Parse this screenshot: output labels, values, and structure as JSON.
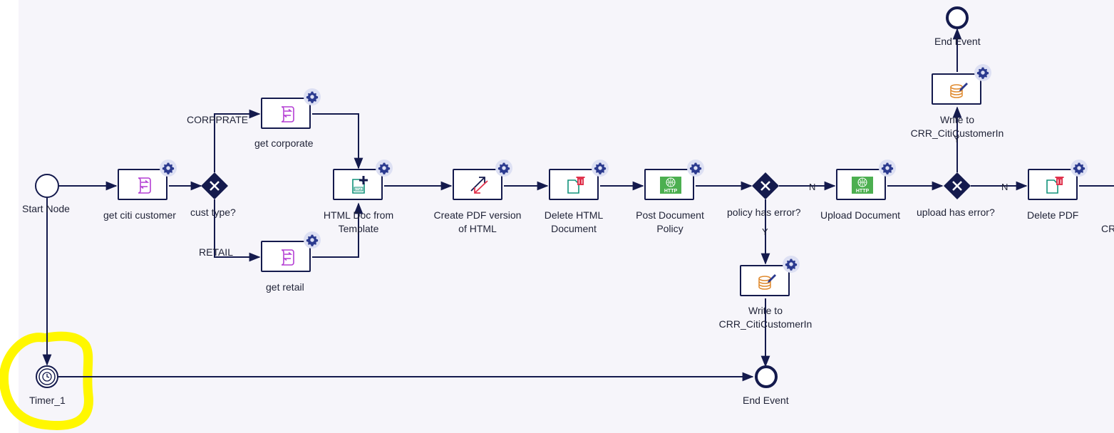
{
  "diagram": {
    "background": "#f6f5fa",
    "line_color": "#141a4d",
    "highlight_color": "#fff700",
    "nodes": {
      "start": "Start Node",
      "get_citi_customer": "get citi customer",
      "cust_type": "cust type?",
      "get_corporate": "get corporate",
      "get_retail": "get retail",
      "html_doc_l1": "HTML Doc from",
      "html_doc_l2": "Template",
      "create_pdf_l1": "Create PDF version",
      "create_pdf_l2": "of HTML",
      "delete_html_l1": "Delete HTML",
      "delete_html_l2": "Document",
      "post_policy_l1": "Post Document",
      "post_policy_l2": "Policy",
      "policy_error": "policy has error?",
      "write_bottom_l1": "Write to",
      "write_bottom_l2": "CRR_CitiCustomerIn",
      "upload": "Upload Document",
      "upload_error": "upload has error?",
      "write_top_l1": "Write to",
      "write_top_l2": "CRR_CitiCustomerIn",
      "end_top": "End Event",
      "delete_pdf": "Delete PDF",
      "cut_label": "CR",
      "timer": "Timer_1",
      "end_bottom": "End Event"
    },
    "edges": {
      "corporate": "CORPPRATE",
      "retail": "RETAIL",
      "policy_n": "N",
      "policy_y": "Y",
      "upload_n": "N",
      "upload_y": "Y"
    },
    "icons": {
      "script": "script-icon",
      "html_template": "html-template-icon",
      "pdf_convert": "pdf-convert-icon",
      "delete_doc": "delete-document-icon",
      "http": "http-icon",
      "database_write": "database-write-icon",
      "gear": "gear-icon",
      "timer": "clock-icon"
    }
  }
}
